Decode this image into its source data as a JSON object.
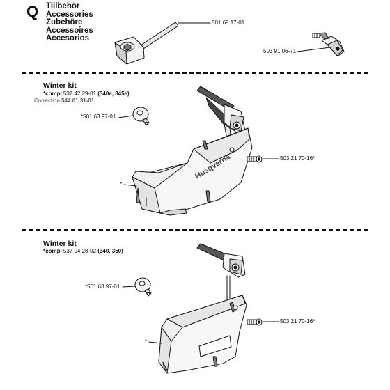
{
  "header": {
    "section_letter": "Q",
    "titles": [
      "Tillbehör",
      "Accessories",
      "Zubehöre",
      "Accessoires",
      "Accesorios"
    ]
  },
  "accessories": {
    "wrench_part": "501 69 17-01",
    "clip_part": "503 91 06-71"
  },
  "kit1": {
    "title": "Winter kit",
    "compl_prefix": "*compl",
    "compl_number": "537 42 29-01",
    "compl_models": "(340e, 345e)",
    "correction_label": "Correction",
    "correction_number": "544 01 31-01",
    "plug_part": "*501 63 97-01",
    "screw_part": "503 21 70-16*",
    "cover_marker": "*",
    "brand": "Husqvarna"
  },
  "kit2": {
    "title": "Winter kit",
    "compl_prefix": "*compl",
    "compl_number": "537 04 28-02",
    "compl_models": "(340, 350)",
    "plug_part": "*501 63 97-01",
    "screw_part": "503 21 70-16*",
    "cover_marker": "*"
  }
}
